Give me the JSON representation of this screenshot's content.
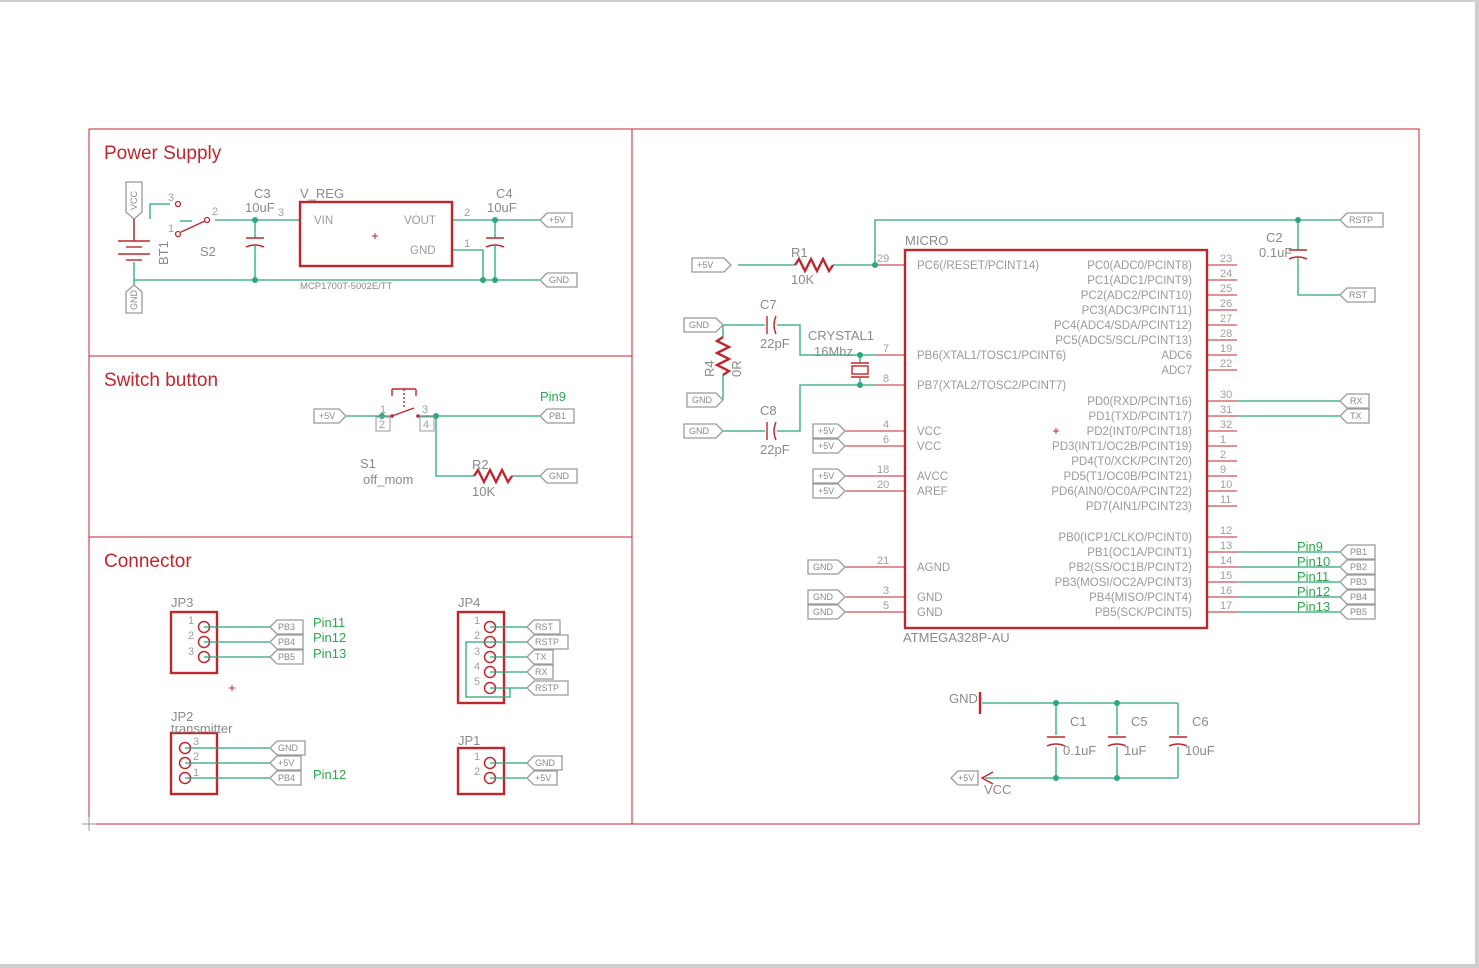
{
  "sections": {
    "power": "Power Supply",
    "switch": "Switch button",
    "connector": "Connector"
  },
  "power_supply": {
    "vcc_label": "VCC",
    "gnd_label": "GND",
    "bt1": "BT1",
    "s2": "S2",
    "s2_pins": [
      "3",
      "2",
      "1"
    ],
    "c3": {
      "name": "C3",
      "value": "10uF"
    },
    "c4": {
      "name": "C4",
      "value": "10uF"
    },
    "vreg": {
      "name": "V_REG",
      "part": "MCP1700T-5002E/TT",
      "vin": "VIN",
      "vout": "VOUT",
      "gnd": "GND",
      "pin_vin": "3",
      "pin_vout": "2",
      "pin_gnd": "1"
    },
    "out_5v": "+5V",
    "out_gnd": "GND"
  },
  "switch_button": {
    "in_5v": "+5V",
    "s1": {
      "name": "S1",
      "value": "off_mom",
      "pins": [
        "1",
        "2",
        "3",
        "4"
      ]
    },
    "r2": {
      "name": "R2",
      "value": "10K"
    },
    "pin_label": "Pin9",
    "pb1": "PB1",
    "gnd": "GND"
  },
  "connector": {
    "jp3": {
      "name": "JP3",
      "pins": [
        "1",
        "2",
        "3"
      ],
      "nets": [
        "PB3",
        "PB4",
        "PB5"
      ],
      "labels": [
        "Pin11",
        "Pin12",
        "Pin13"
      ]
    },
    "jp4": {
      "name": "JP4",
      "pins": [
        "1",
        "2",
        "3",
        "4",
        "5"
      ],
      "nets": [
        "RST",
        "RSTP",
        "TX",
        "RX",
        "RSTP"
      ]
    },
    "jp2": {
      "name": "JP2",
      "value": "transmitter",
      "pins": [
        "3",
        "2",
        "1"
      ],
      "nets": [
        "GND",
        "+5V",
        "PB4"
      ],
      "label": "Pin12"
    },
    "jp1": {
      "name": "JP1",
      "pins": [
        "1",
        "2"
      ],
      "nets": [
        "GND",
        "+5V"
      ]
    }
  },
  "micro": {
    "name": "MICRO",
    "part": "ATMEGA328P-AU",
    "left_pins": [
      {
        "num": "29",
        "name": "PC6(/RESET/PCINT14)"
      },
      {
        "num": "7",
        "name": "PB6(XTAL1/TOSC1/PCINT6)"
      },
      {
        "num": "8",
        "name": "PB7(XTAL2/TOSC2/PCINT7)"
      },
      {
        "num": "4",
        "name": "VCC"
      },
      {
        "num": "6",
        "name": "VCC"
      },
      {
        "num": "18",
        "name": "AVCC"
      },
      {
        "num": "20",
        "name": "AREF"
      },
      {
        "num": "21",
        "name": "AGND"
      },
      {
        "num": "3",
        "name": "GND"
      },
      {
        "num": "5",
        "name": "GND"
      }
    ],
    "right_pins": [
      {
        "num": "23",
        "name": "PC0(ADC0/PCINT8)"
      },
      {
        "num": "24",
        "name": "PC1(ADC1/PCINT9)"
      },
      {
        "num": "25",
        "name": "PC2(ADC2/PCINT10)"
      },
      {
        "num": "26",
        "name": "PC3(ADC3/PCINT11)"
      },
      {
        "num": "27",
        "name": "PC4(ADC4/SDA/PCINT12)"
      },
      {
        "num": "28",
        "name": "PC5(ADC5/SCL/PCINT13)"
      },
      {
        "num": "19",
        "name": "ADC6"
      },
      {
        "num": "22",
        "name": "ADC7"
      },
      {
        "num": "30",
        "name": "PD0(RXD/PCINT16)"
      },
      {
        "num": "31",
        "name": "PD1(TXD/PCINT17)"
      },
      {
        "num": "32",
        "name": "PD2(INT0/PCINT18)"
      },
      {
        "num": "1",
        "name": "PD3(INT1/OC2B/PCINT19)"
      },
      {
        "num": "2",
        "name": "PD4(T0/XCK/PCINT20)"
      },
      {
        "num": "9",
        "name": "PD5(T1/OC0B/PCINT21)"
      },
      {
        "num": "10",
        "name": "PD6(AIN0/OC0A/PCINT22)"
      },
      {
        "num": "11",
        "name": "PD7(AIN1/PCINT23)"
      },
      {
        "num": "12",
        "name": "PB0(ICP1/CLKO/PCINT0)"
      },
      {
        "num": "13",
        "name": "PB1(OC1A/PCINT1)"
      },
      {
        "num": "14",
        "name": "PB2(SS/OC1B/PCINT2)"
      },
      {
        "num": "15",
        "name": "PB3(MOSI/OC2A/PCINT3)"
      },
      {
        "num": "16",
        "name": "PB4(MISO/PCINT4)"
      },
      {
        "num": "17",
        "name": "PB5(SCK/PCINT5)"
      }
    ],
    "r1": {
      "name": "R1",
      "value": "10K"
    },
    "r4": {
      "name": "R4",
      "value": "0R"
    },
    "c7": {
      "name": "C7",
      "value": "22pF"
    },
    "c8": {
      "name": "C8",
      "value": "22pF"
    },
    "crystal": {
      "name": "CRYSTAL1",
      "value": "16Mhz"
    },
    "c2": {
      "name": "C2",
      "value": "0.1uF"
    },
    "nets": {
      "p5v": "+5V",
      "gnd": "GND",
      "rstp": "RSTP",
      "rst": "RST",
      "rx": "RX",
      "tx": "TX"
    },
    "pb_nets": [
      "PB1",
      "PB2",
      "PB3",
      "PB4",
      "PB5"
    ],
    "pin_labels": [
      "Pin9",
      "Pin10",
      "Pin11",
      "Pin12",
      "Pin13"
    ]
  },
  "decoupling": {
    "gnd": "GND",
    "vcc": "VCC",
    "p5v": "+5V",
    "caps": [
      {
        "name": "C1",
        "value": "0.1uF"
      },
      {
        "name": "C5",
        "value": "1uF"
      },
      {
        "name": "C6",
        "value": "10uF"
      }
    ]
  }
}
